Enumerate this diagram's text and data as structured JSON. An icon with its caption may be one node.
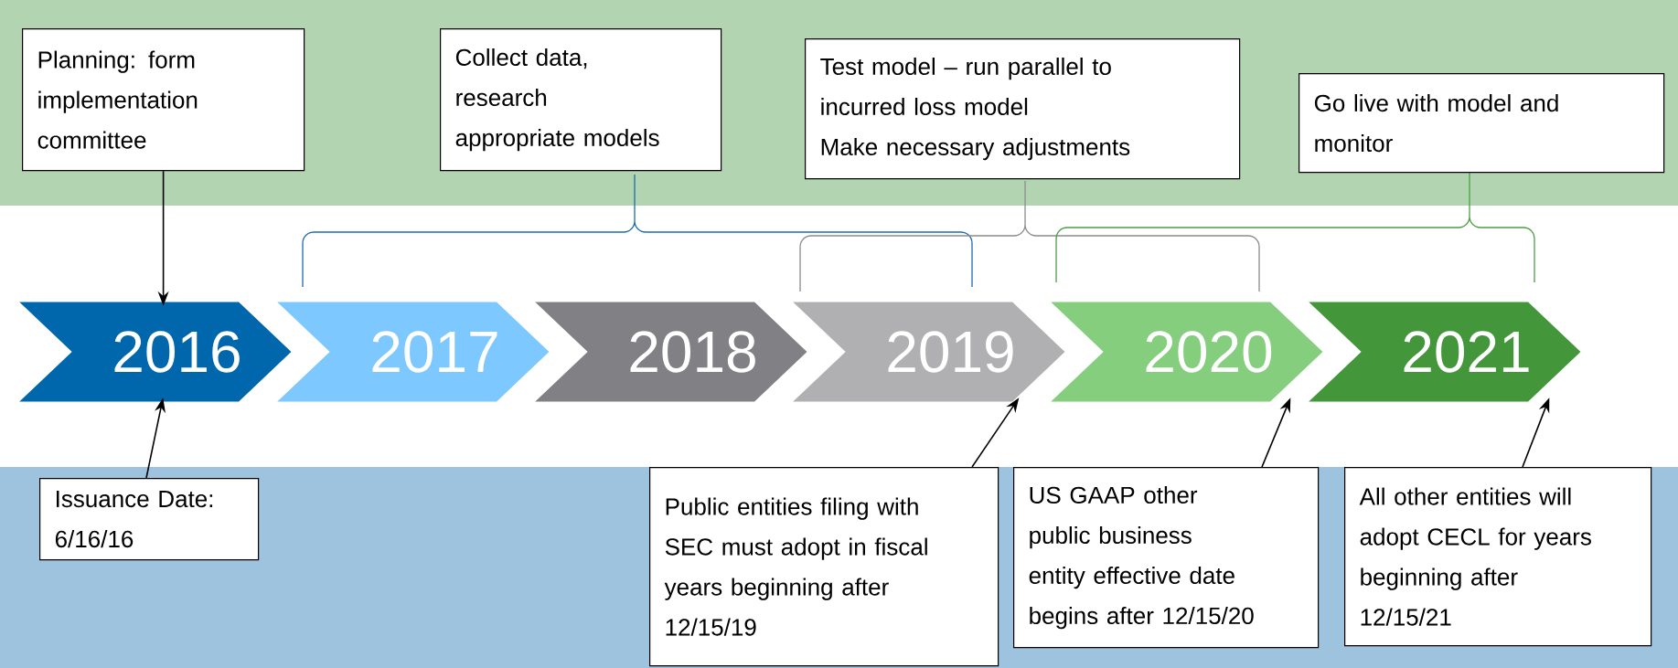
{
  "diagram": {
    "nodes": [
      {
        "text": [
          "Planning: form implementation committee"
        ]
      },
      {
        "text": [
          "Collect data, research appropriate models"
        ]
      },
      {
        "text": [
          "Test model – run parallel to incurred loss model",
          "Make necessary adjustments"
        ]
      },
      {
        "text": [
          "Go live with model and monitor"
        ]
      },
      {
        "text": [
          "2016"
        ]
      },
      {
        "text": [
          "2017"
        ]
      },
      {
        "text": [
          "2018"
        ]
      },
      {
        "text": [
          "2019"
        ]
      },
      {
        "text": [
          "2020"
        ]
      },
      {
        "text": [
          "2021"
        ]
      },
      {
        "text": [
          "Issuance Date: 6/16/16"
        ]
      },
      {
        "text": [
          "Public entities filing with SEC must adopt in fiscal years beginning after 12/15/19"
        ]
      },
      {
        "text": [
          "US GAAP other public business entity effective date begins after 12/15/20"
        ]
      },
      {
        "text": [
          "All other entities will adopt CECL for years beginning after 12/15/21"
        ]
      }
    ],
    "edges": [
      {
        "from": 0,
        "to": 4,
        "arrow": "to"
      },
      {
        "from": 10,
        "to": 4,
        "arrow": "to"
      },
      {
        "from": 11,
        "to": 7,
        "arrow": "to"
      },
      {
        "from": 12,
        "to": 8,
        "arrow": "to"
      },
      {
        "from": 13,
        "to": 9,
        "arrow": "to"
      }
    ]
  }
}
